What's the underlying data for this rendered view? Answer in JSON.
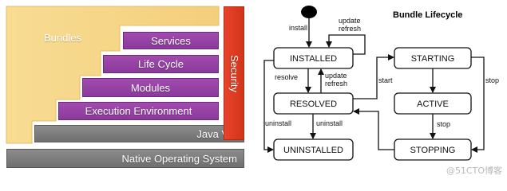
{
  "architecture": {
    "bundles": "Bundles",
    "security": "Security",
    "layers": {
      "services": "Services",
      "life_cycle": "Life Cycle",
      "modules": "Modules",
      "execution_environment": "Execution Environment",
      "java_vm": "Java VM",
      "native_os": "Native Operating System"
    },
    "colors": {
      "bundles": "#f6d68a",
      "purple": "#94429f",
      "security": "#e13e22",
      "gray": "#7d7d7d"
    }
  },
  "lifecycle": {
    "title": "Bundle Lifecycle",
    "states": {
      "installed": "INSTALLED",
      "resolved": "RESOLVED",
      "uninstalled": "UNINSTALLED",
      "starting": "STARTING",
      "active": "ACTIVE",
      "stopping": "STOPPING"
    },
    "transitions": {
      "install": "install",
      "update_refresh_top_1": "update",
      "update_refresh_top_2": "refresh",
      "resolve": "resolve",
      "update_refresh_mid_1": "update",
      "update_refresh_mid_2": "refresh",
      "start": "start",
      "stop_right": "stop",
      "uninstall_left": "uninstall",
      "uninstall_mid": "uninstall",
      "stop_mid": "stop"
    }
  },
  "watermark": "@51CTO博客"
}
